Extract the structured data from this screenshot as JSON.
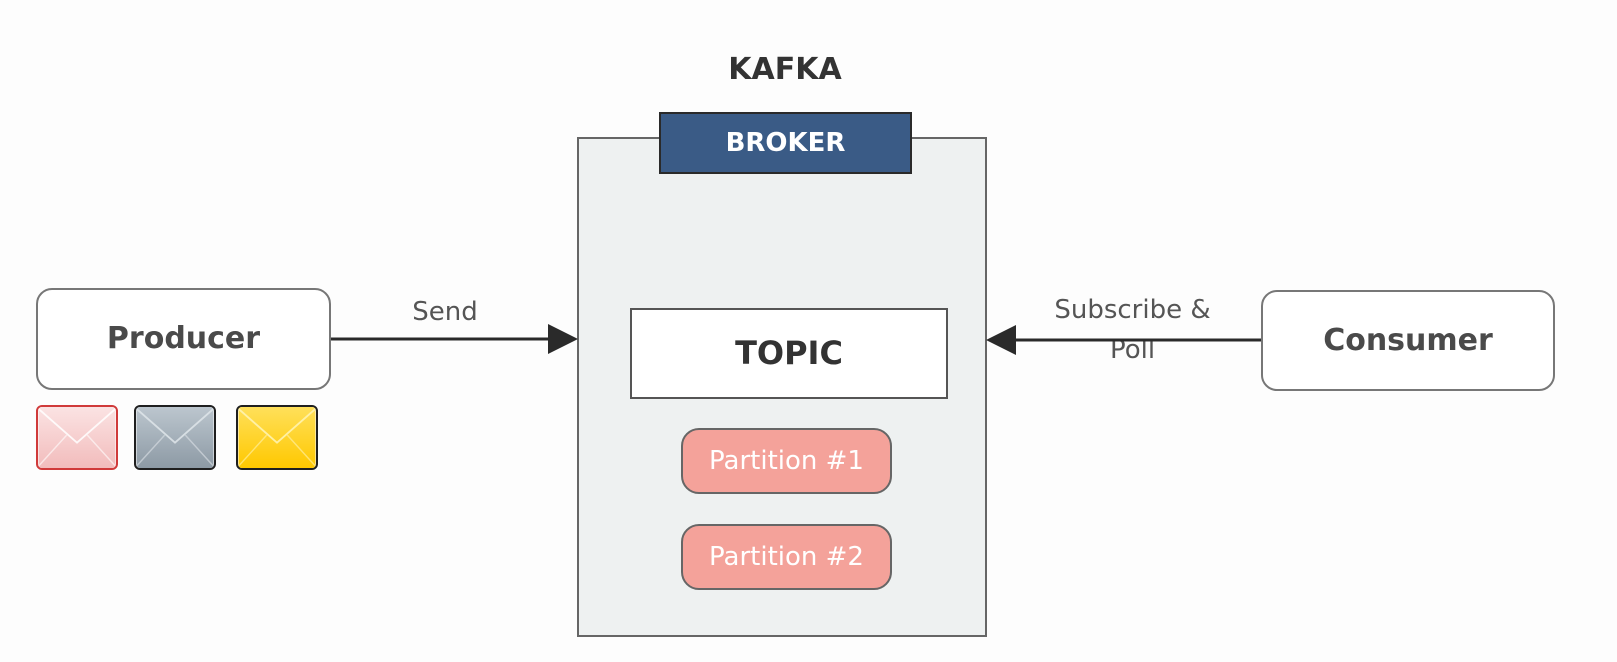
{
  "diagram": {
    "title": "KAFKA",
    "broker": {
      "label": "BROKER"
    },
    "topic": {
      "label": "TOPIC"
    },
    "partitions": [
      {
        "label": "Partition #1"
      },
      {
        "label": "Partition #2"
      }
    ],
    "producer": {
      "label": "Producer"
    },
    "consumer": {
      "label": "Consumer"
    },
    "edges": {
      "send": {
        "label": "Send"
      },
      "subscribe": {
        "label": "Subscribe & Poll",
        "line1": "Subscribe &",
        "line2": "Poll"
      }
    },
    "messages": [
      {
        "color": "#f7cfcf",
        "border": "#d03a3a",
        "icon": "envelope-icon"
      },
      {
        "color": "#a7b3bd",
        "border": "#1f1f1f",
        "icon": "envelope-icon"
      },
      {
        "color": "#ffd21a",
        "border": "#1f1f1f",
        "icon": "envelope-icon"
      }
    ]
  }
}
